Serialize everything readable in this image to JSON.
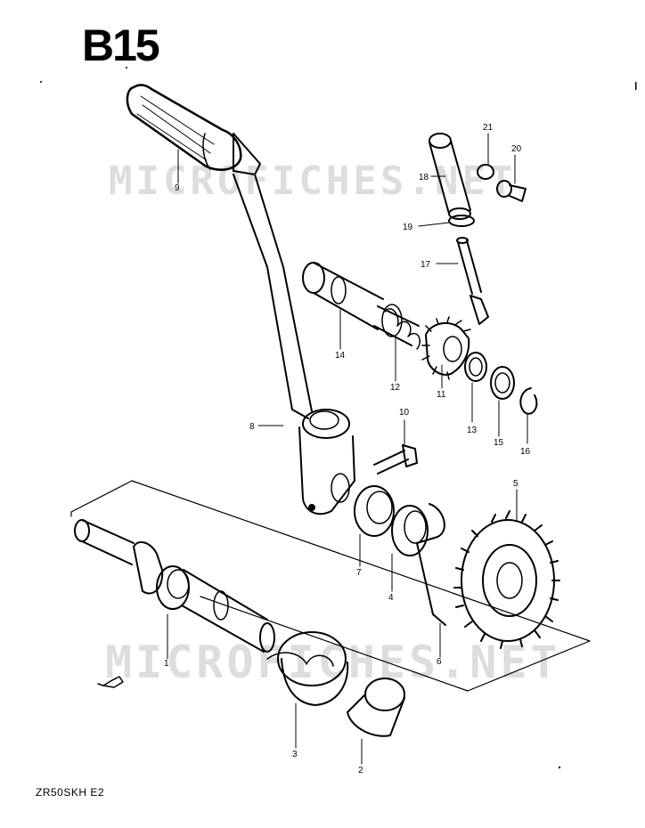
{
  "page_code": "B15",
  "model_code": "ZR50SKH E2",
  "watermark": "MICROFICHES.NET",
  "callouts": [
    "1",
    "2",
    "3",
    "4",
    "5",
    "6",
    "7",
    "8",
    "9",
    "10",
    "11",
    "12",
    "13",
    "14",
    "15",
    "16",
    "17",
    "18",
    "19",
    "20",
    "21"
  ]
}
